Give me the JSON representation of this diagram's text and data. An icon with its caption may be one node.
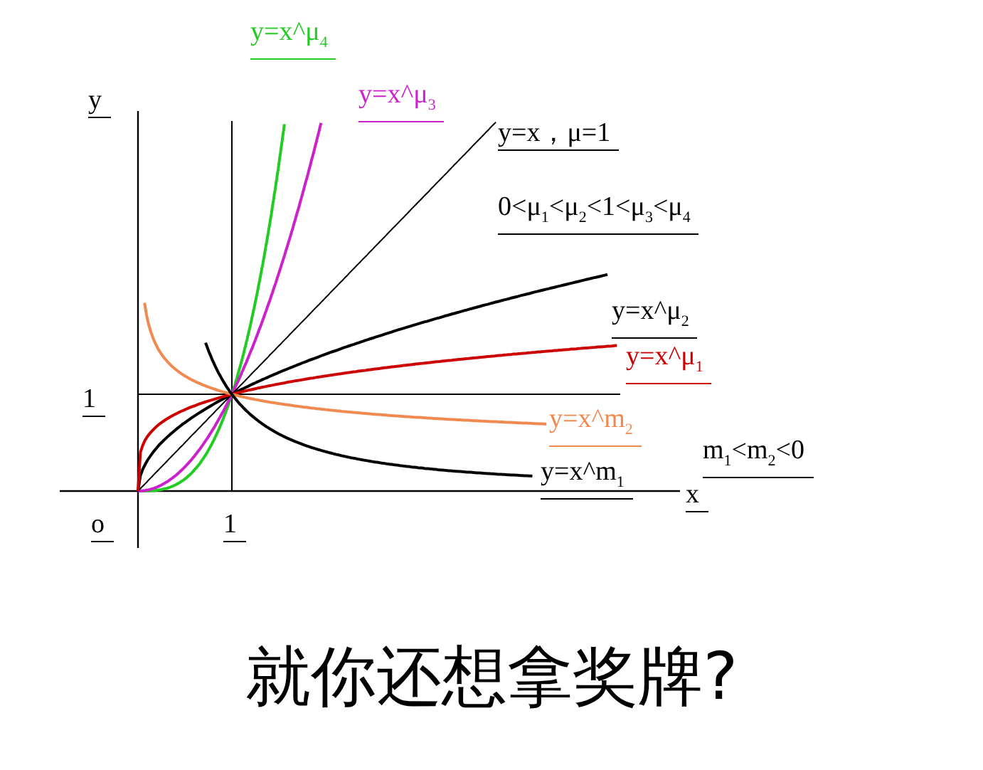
{
  "diagram": {
    "caption": "就你还想拿奖牌?",
    "labels": [
      "y=x^μ$_{4}$",
      "y",
      "y=x^μ$_{3}$",
      "y=x，μ=1",
      "0<μ$_{1}$<μ$_{2}$<1<μ$_{3}$<μ$_{4}$",
      "y=x^μ$_{2}$",
      "y=x^μ$_{1}$",
      "1",
      "y=x^m$_{2}$",
      "m$_{1}$<m$_{2}$<0",
      "y=x^m$_{1}$",
      "x",
      "o",
      "1"
    ]
  }
}
